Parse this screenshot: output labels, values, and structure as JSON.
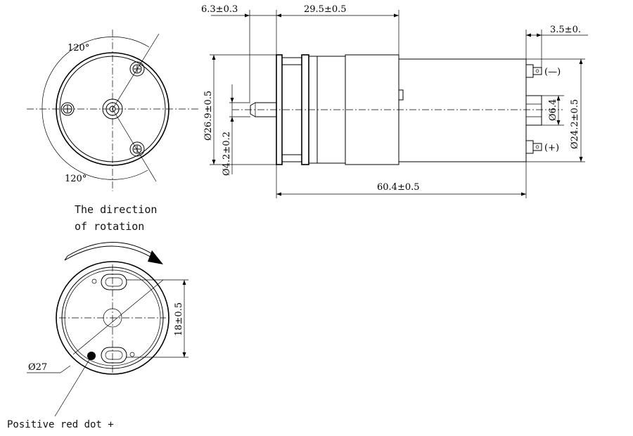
{
  "front_view": {
    "angle_top": "120°",
    "angle_bottom": "120°"
  },
  "side_view": {
    "dim_shaft_length": "6.3±0.3",
    "dim_body_length": "29.5±0.5",
    "dim_terminal_offset": "3.5±0.",
    "dim_pump_diameter": "Ø26.9±0.5",
    "dim_shaft_diameter": "Ø4.2±0.2",
    "dim_boss_diameter": "Ø6.4",
    "dim_motor_diameter": "Ø24.2±0.5",
    "dim_total_length": "60.4±0.5",
    "terminal_negative": "(—)",
    "terminal_positive": "(+)"
  },
  "rotation_note": {
    "line1": "The direction",
    "line2": "of rotation"
  },
  "rear_view": {
    "dim_spacing": "18±0.5",
    "dim_diameter": "Ø27"
  },
  "positive_note": "Positive red dot +"
}
